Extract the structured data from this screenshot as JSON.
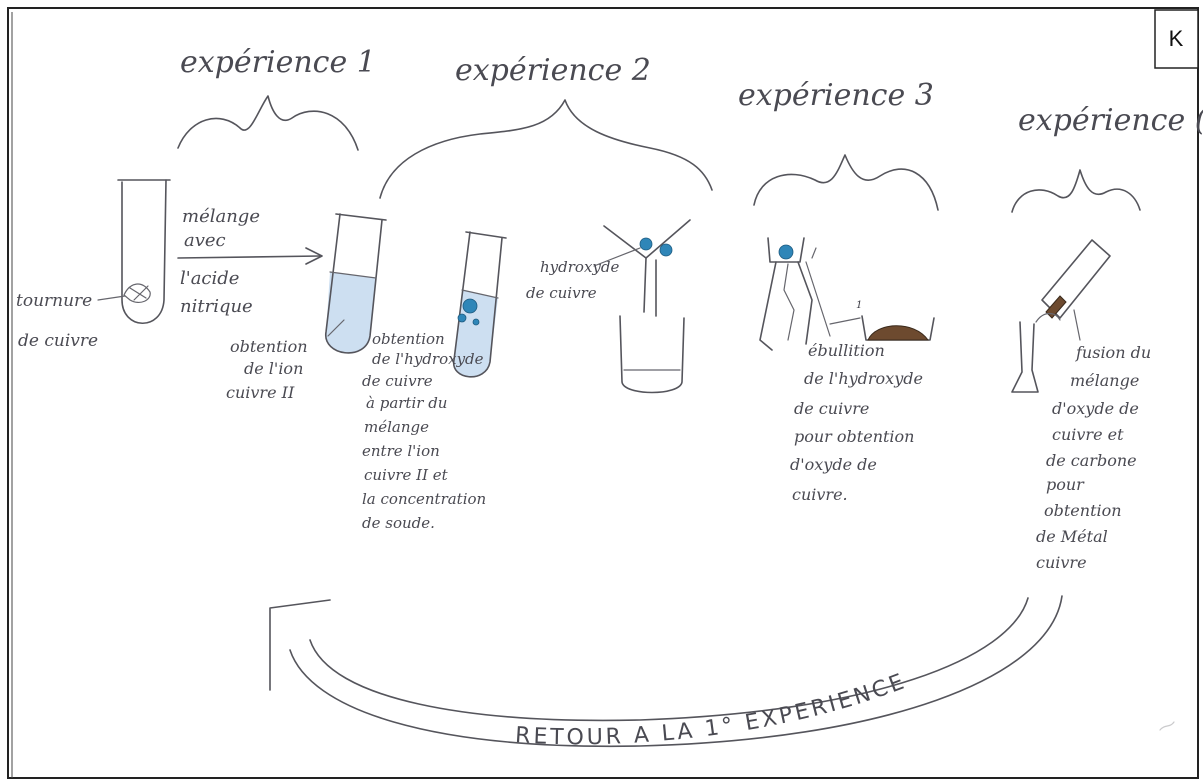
{
  "corner_label": "K",
  "headings": {
    "exp1": "expérience 1",
    "exp2": "expérience 2",
    "exp3": "expérience 3",
    "exp4": "expérience ("
  },
  "exp1": {
    "tube_label": [
      "tournure",
      "de cuivre"
    ],
    "arrow_text": [
      "mélange",
      "avec",
      "l'acide",
      "nitrique"
    ],
    "result_label": [
      "obtention",
      "de l'ion",
      "cuivre II"
    ]
  },
  "exp2": {
    "tube_label": [
      "obtention",
      "de l'hydroxyde",
      "de cuivre",
      "à partir du",
      "mélange",
      "entre l'ion",
      "cuivre II et",
      "la concentration",
      "de soude."
    ],
    "filter_label": [
      "hydroxyde",
      "de cuivre"
    ]
  },
  "exp3": {
    "label": [
      "ébullition",
      "de l'hydroxyde",
      "de cuivre",
      "pour obtention",
      "d'oxyde de",
      "cuivre."
    ]
  },
  "exp4": {
    "label": [
      "fusion du",
      "mélange",
      "d'oxyde de",
      "cuivre et",
      "de carbone",
      "pour",
      "obtention",
      "de Métal",
      "cuivre"
    ]
  },
  "return_text": "RETOUR A LA 1° EXPERIENCE"
}
